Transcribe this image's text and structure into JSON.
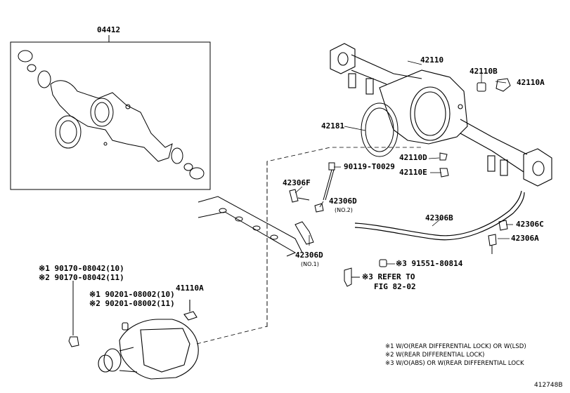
{
  "parts": {
    "p04412": "04412",
    "p42110": "42110",
    "p42110B": "42110B",
    "p42110A": "42110A",
    "p42181": "42181",
    "p42110D": "42110D",
    "p42110E": "42110E",
    "p90119": "90119-T0029",
    "p42306F": "42306F",
    "p42306D_2": "42306D",
    "p42306D_2_sub": "(NO.2)",
    "p42306B": "42306B",
    "p42306C": "42306C",
    "p42306A": "42306A",
    "p42306D_1": "42306D",
    "p42306D_1_sub": "(NO.1)",
    "p391551": "※3 91551-80814",
    "p3refer": "※3 REFER TO",
    "p_fig": "FIG 82-02",
    "p190170": "※1 90170-08042(10)",
    "p290170": "※2 90170-08042(11)",
    "p190201": "※1 90201-08002(10)",
    "p290201": "※2 90201-08002(11)",
    "p41110A": "41110A"
  },
  "notes": [
    "※1 W/O(REAR DIFFERENTIAL LOCK) OR W(LSD)",
    "※2 W(REAR DIFFERENTIAL LOCK)",
    "※3 W/O(ABS) OR W(REAR DIFFERENTIAL LOCK"
  ],
  "figure_id": "412748B"
}
